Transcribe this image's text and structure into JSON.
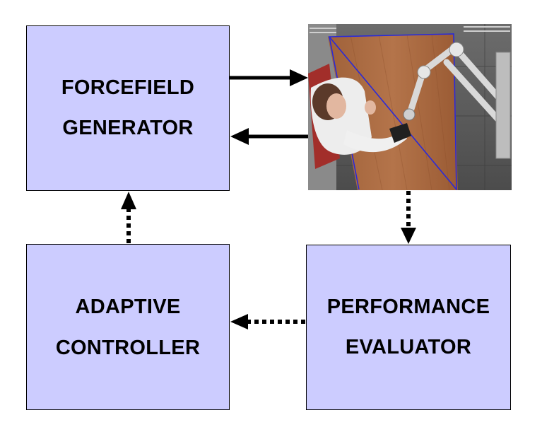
{
  "boxes": {
    "forcefield_generator": {
      "lines": [
        "FORCEFIELD",
        "GENERATOR"
      ]
    },
    "adaptive_controller": {
      "lines": [
        "ADAPTIVE",
        "CONTROLLER"
      ]
    },
    "performance_evaluator": {
      "lines": [
        "PERFORMANCE",
        "EVALUATOR"
      ]
    }
  },
  "colors": {
    "box_fill": "#ccccff",
    "box_border": "#000000",
    "arrow": "#000000"
  },
  "photo": {
    "icon": "robot-arm-subject-photo"
  }
}
